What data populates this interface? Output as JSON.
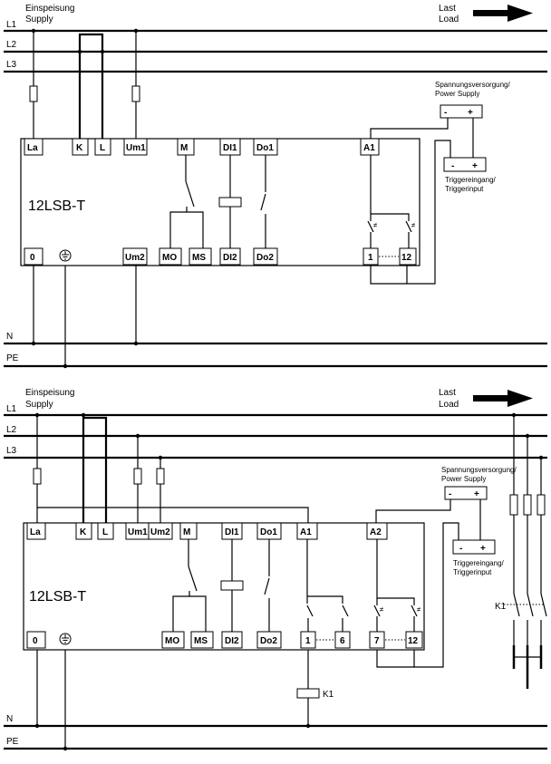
{
  "diagram1": {
    "feed_label": "Einspeisung",
    "feed_label_en": "Supply",
    "load_label": "Last",
    "load_label_en": "Load",
    "bus_labels": [
      "L1",
      "L2",
      "L3",
      "N",
      "PE"
    ],
    "power_supply_label_1": "Spannungsversorgung/",
    "power_supply_label_2": "Power Supply",
    "trigger_label_1": "Triggereingang/",
    "trigger_label_2": "Triggerinput",
    "device_label": "12LSB-T",
    "top_terminals": [
      "La",
      "K",
      "L",
      "Um1",
      "M",
      "DI1",
      "Do1",
      "A1"
    ],
    "bottom_terminals": [
      "0",
      "Um2",
      "MO",
      "MS",
      "DI2",
      "Do2",
      "1",
      "12"
    ],
    "ps_minus": "-",
    "ps_plus": "+"
  },
  "diagram2": {
    "feed_label": "Einspeisung",
    "feed_label_en": "Supply",
    "load_label": "Last",
    "load_label_en": "Load",
    "bus_labels": [
      "L1",
      "L2",
      "L3",
      "N",
      "PE"
    ],
    "power_supply_label_1": "Spannungsversorgung/",
    "power_supply_label_2": "Power Supply",
    "trigger_label_1": "Triggereingang/",
    "trigger_label_2": "Triggerinput",
    "device_label": "12LSB-T",
    "top_terminals": [
      "La",
      "K",
      "L",
      "Um1",
      "Um2",
      "M",
      "DI1",
      "Do1",
      "A1",
      "A2"
    ],
    "bottom_terminals": [
      "0",
      "MO",
      "MS",
      "DI2",
      "Do2",
      "1",
      "6",
      "7",
      "12"
    ],
    "contactor_label": "K1",
    "contactor_coil_label": "K1",
    "ps_minus": "-",
    "ps_plus": "+"
  }
}
